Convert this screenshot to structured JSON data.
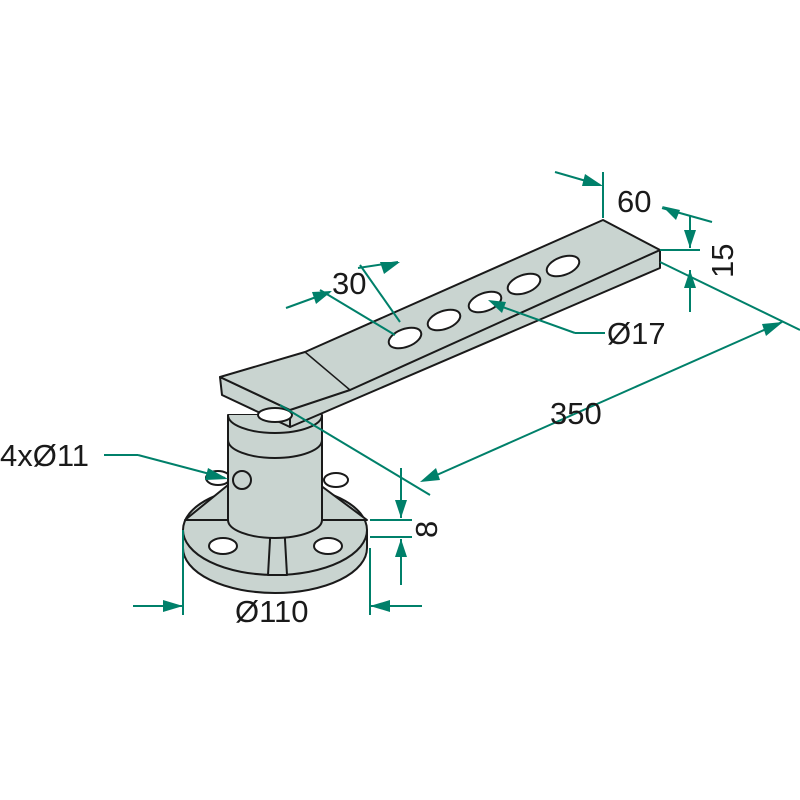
{
  "colors": {
    "dimension": "#00806a",
    "part": "#c9d4d0",
    "outline": "#1a1a1a"
  },
  "dimensions": {
    "width": "60",
    "thickness": "15",
    "hole_spacing": "30",
    "hole_diameter": "Ø17",
    "length": "350",
    "flange_holes": "4xØ11",
    "flange_thickness": "8",
    "flange_diameter": "Ø110"
  }
}
